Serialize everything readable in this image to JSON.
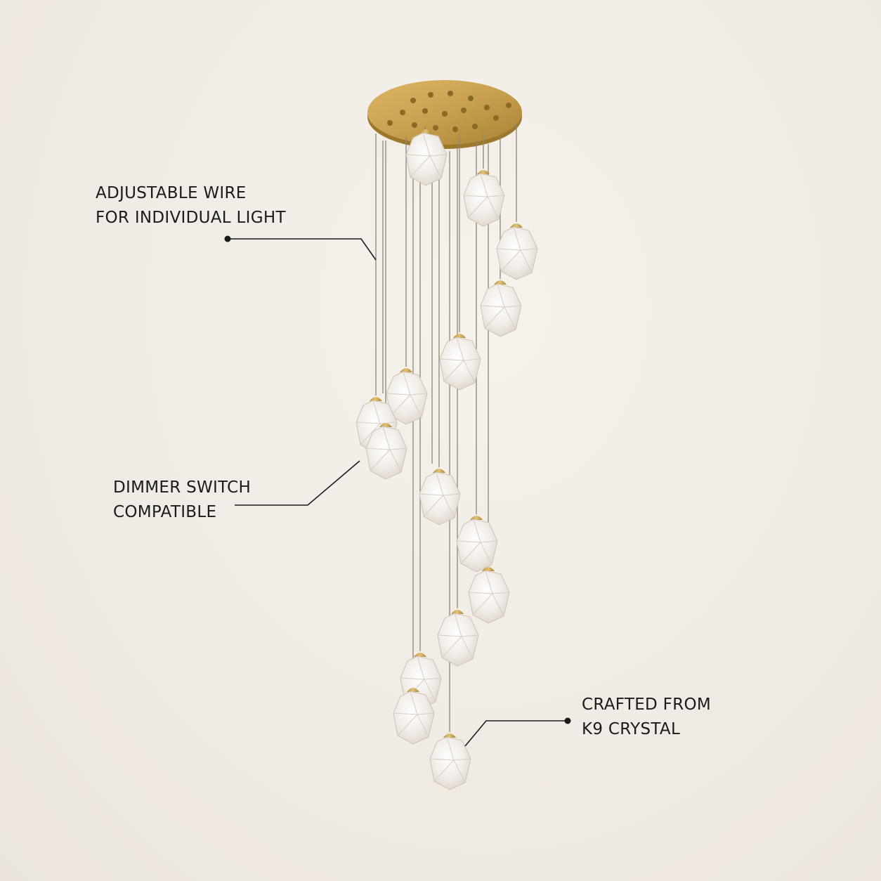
{
  "callouts": {
    "wire": {
      "line1": "ADJUSTABLE WIRE",
      "line2": "FOR INDIVIDUAL LIGHT"
    },
    "dimmer": {
      "line1": "DIMMER SWITCH",
      "line2": "COMPATIBLE"
    },
    "crystal": {
      "line1": "CRAFTED FROM",
      "line2": "K9 CRYSTAL"
    }
  },
  "colors": {
    "background": "#f0ebe4",
    "brass": "#c9a04f",
    "crystal": "#f4f1ee",
    "text": "#1b1b1b",
    "leader_line": "#1b1b1b"
  }
}
